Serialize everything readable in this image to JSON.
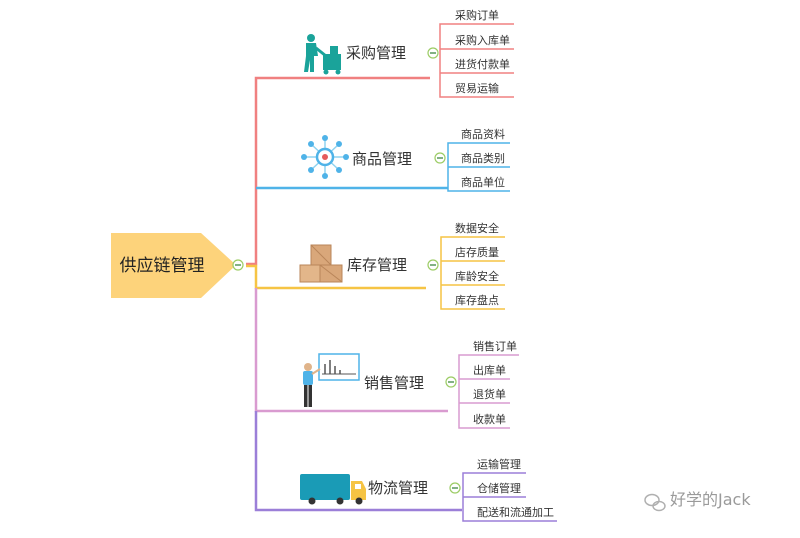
{
  "root": {
    "label": "供应链管理",
    "color": "#fdd37b"
  },
  "branches": [
    {
      "id": "procurement",
      "label": "采购管理",
      "color": "#f08080",
      "icon": "worker-with-cart-icon",
      "children": [
        "采购订单",
        "采购入库单",
        "进货付款单",
        "贸易运输"
      ]
    },
    {
      "id": "product",
      "label": "商品管理",
      "color": "#4fb3e8",
      "icon": "network-hub-icon",
      "children": [
        "商品资料",
        "商品类别",
        "商品单位"
      ]
    },
    {
      "id": "inventory",
      "label": "库存管理",
      "color": "#f6c444",
      "icon": "boxes-icon",
      "children": [
        "数据安全",
        "店存质量",
        "库龄安全",
        "库存盘点"
      ]
    },
    {
      "id": "sales",
      "label": "销售管理",
      "color": "#d99bd0",
      "icon": "presenter-chart-icon",
      "children": [
        "销售订单",
        "出库单",
        "退货单",
        "收款单"
      ]
    },
    {
      "id": "logistics",
      "label": "物流管理",
      "color": "#9b7fd8",
      "icon": "truck-icon",
      "children": [
        "运输管理",
        "仓储管理",
        "配送和流通加工"
      ]
    }
  ],
  "watermark": {
    "text": "好学的Jack",
    "icon": "wechat-icon"
  }
}
